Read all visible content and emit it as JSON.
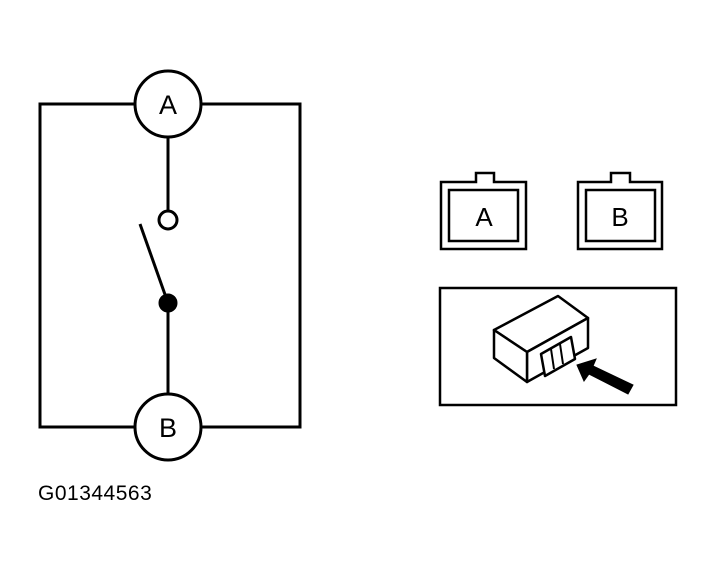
{
  "schematic": {
    "terminal_a": "A",
    "terminal_b": "B"
  },
  "connector_views": {
    "connector_a": "A",
    "connector_b": "B"
  },
  "figure_code": "G01344563",
  "colors": {
    "line": "#000000",
    "background": "#ffffff"
  }
}
